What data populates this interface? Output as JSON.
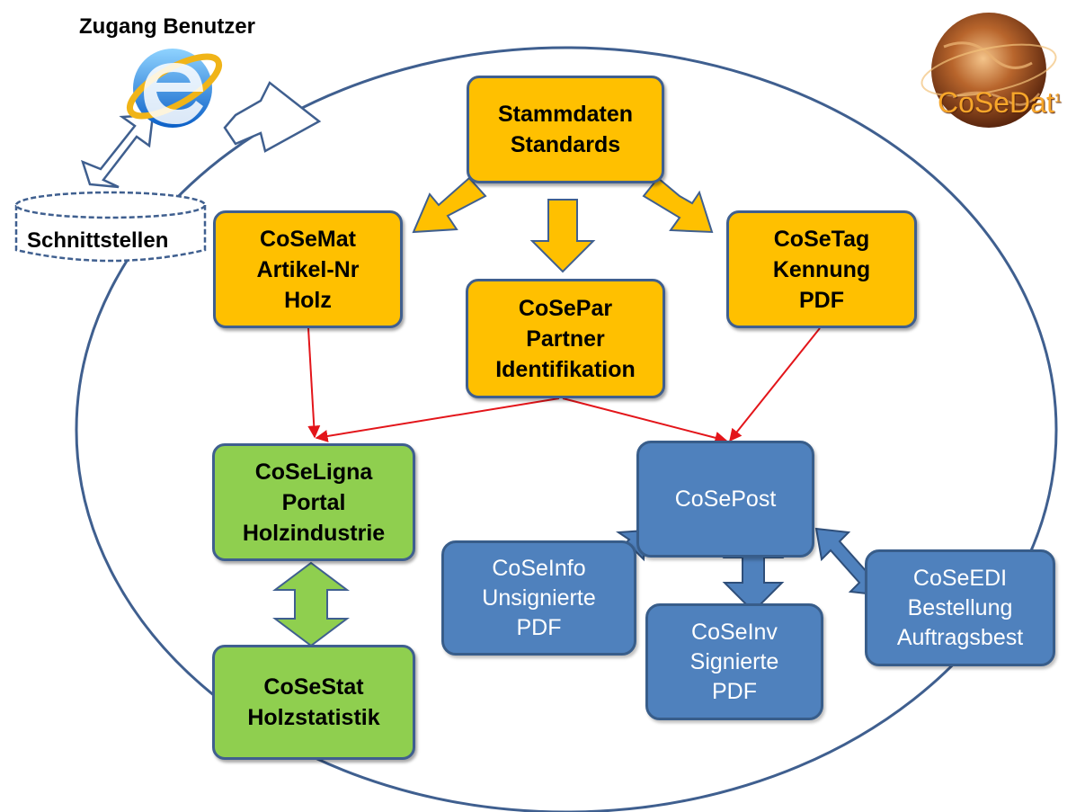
{
  "header": {
    "access_label": "Zugang Benutzer"
  },
  "logo": {
    "text": "CoSeDat",
    "superscript": "1"
  },
  "interfaces": {
    "label": "Schnittstellen"
  },
  "nodes": {
    "stammdaten": {
      "lines": [
        "Stammdaten",
        "Standards"
      ]
    },
    "cosemat": {
      "lines": [
        "CoSeMat",
        "Artikel-Nr",
        "Holz"
      ]
    },
    "cosepar": {
      "lines": [
        "CoSePar",
        "Partner",
        "Identifikation"
      ]
    },
    "cosetag": {
      "lines": [
        "CoSeTag",
        "Kennung",
        "PDF"
      ]
    },
    "coseligna": {
      "lines": [
        "CoSeLigna",
        "Portal",
        "Holzindustrie"
      ]
    },
    "cosestat": {
      "lines": [
        "CoSeStat",
        "Holzstatistik"
      ]
    },
    "csepost": {
      "lines": [
        "CoSePost"
      ]
    },
    "coseinfo": {
      "lines": [
        "CoSeInfo",
        "Unsignierte",
        "PDF"
      ]
    },
    "coseinv": {
      "lines": [
        "CoSeInv",
        "Signierte",
        "PDF"
      ]
    },
    "coseedi": {
      "lines": [
        "CoSeEDI",
        "Bestellung",
        "Auftragsbest"
      ]
    }
  },
  "colors": {
    "orange": "#ffc000",
    "green": "#8fcf4f",
    "blue": "#4f81bd",
    "border": "#3f5f8f",
    "red_arrow": "#e3151a"
  },
  "icons": {
    "browser": "internet-explorer-icon",
    "globe": "globe-logo-icon"
  }
}
